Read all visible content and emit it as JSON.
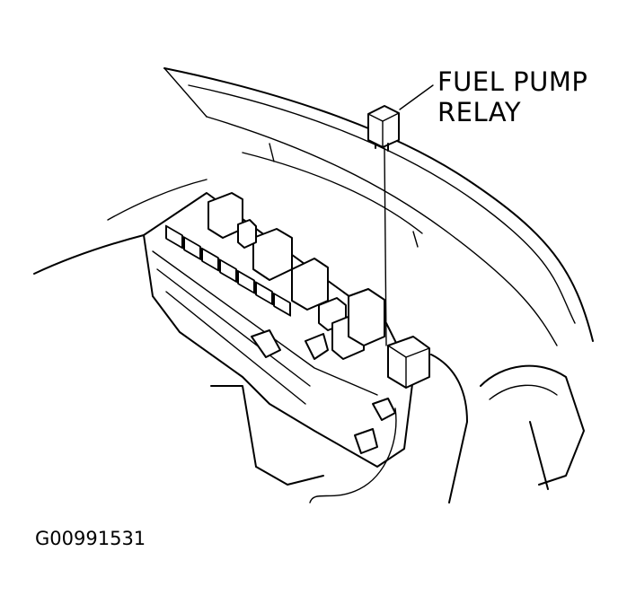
{
  "callout": {
    "line1": "FUEL PUMP",
    "line2": "RELAY"
  },
  "figure_id": "G00991531"
}
